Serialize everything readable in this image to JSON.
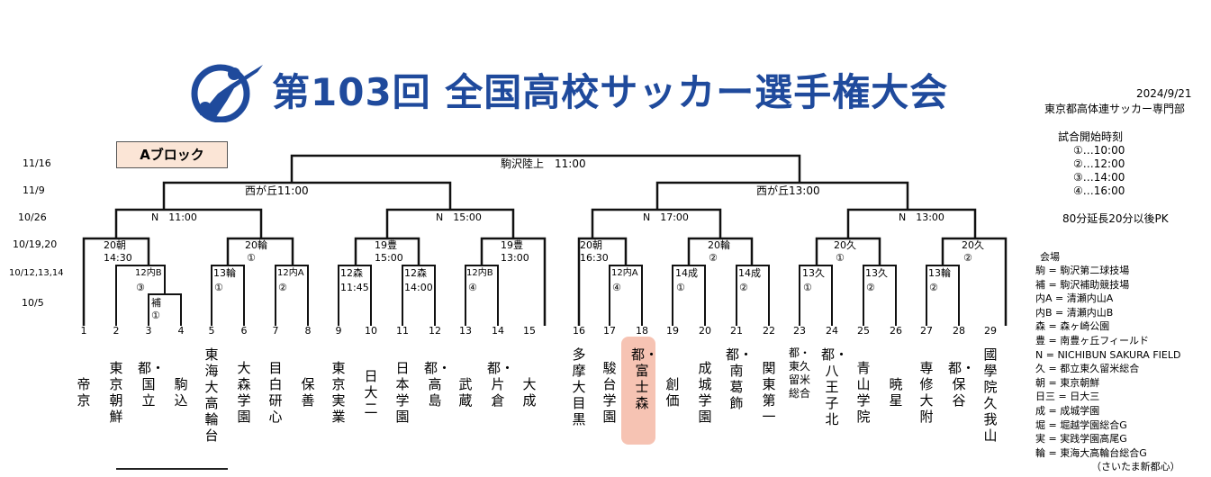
{
  "header": {
    "title": "第103回 全国高校サッカー選手権大会",
    "date": "2024/9/21",
    "org": "東京都高体連サッカー専門部",
    "block": "Aブロック"
  },
  "rounds": [
    {
      "label": "11/16"
    },
    {
      "label": "11/9"
    },
    {
      "label": "10/26"
    },
    {
      "label": "10/19,20"
    },
    {
      "label": "10/12,13,14"
    },
    {
      "label": "10/5"
    }
  ],
  "matches": {
    "final": "駒沢陸上　11:00",
    "semi_left": "西が丘11:00",
    "semi_right": "西が丘13:00",
    "qf1": "N　11:00",
    "qf2": "N　15:00",
    "qf3": "N　17:00",
    "qf4": "N　13:00",
    "r3_1a": "20朝",
    "r3_1b": "14:30",
    "r3_2a": "20輪",
    "r3_2b": "①",
    "r3_3a": "19豊",
    "r3_3b": "15:00",
    "r3_4a": "19豊",
    "r3_4b": "13:00",
    "r3_5a": "20朝",
    "r3_5b": "16:30",
    "r3_6a": "20輪",
    "r3_6b": "②",
    "r3_7a": "20久",
    "r3_7b": "①",
    "r3_8a": "20久",
    "r3_8b": "②",
    "r2_1a": "12内B",
    "r2_1b": "③",
    "r2_2a": "13輪",
    "r2_2b": "①",
    "r2_3a": "12内A",
    "r2_3b": "②",
    "r2_4a": "12森",
    "r2_4b": "11:45",
    "r2_5a": "12森",
    "r2_5b": "14:00",
    "r2_6a": "12内B",
    "r2_6b": "④",
    "r2_7a": "12内A",
    "r2_7b": "④",
    "r2_8a": "14成",
    "r2_8b": "①",
    "r2_9a": "14成",
    "r2_9b": "②",
    "r2_10a": "13久",
    "r2_10b": "①",
    "r2_11a": "13久",
    "r2_11b": "②",
    "r2_12a": "13輪",
    "r2_12b": "②",
    "r1_a": "補",
    "r1_b": "①"
  },
  "teams": [
    {
      "num": "1",
      "name": "帝京"
    },
    {
      "num": "2",
      "name": "東京朝鮮"
    },
    {
      "num": "3",
      "name": "都・国立"
    },
    {
      "num": "4",
      "name": "駒込"
    },
    {
      "num": "5",
      "name": "東海大高輪台"
    },
    {
      "num": "6",
      "name": "大森学園"
    },
    {
      "num": "7",
      "name": "目白研心"
    },
    {
      "num": "8",
      "name": "保善"
    },
    {
      "num": "9",
      "name": "東京実業"
    },
    {
      "num": "10",
      "name": "日大二"
    },
    {
      "num": "11",
      "name": "日本学園"
    },
    {
      "num": "12",
      "name": "都・高島"
    },
    {
      "num": "13",
      "name": "武蔵"
    },
    {
      "num": "14",
      "name": "都・片倉"
    },
    {
      "num": "15",
      "name": "大成"
    },
    {
      "num": "16",
      "name": "多摩大目黒"
    },
    {
      "num": "17",
      "name": "駿台学園"
    },
    {
      "num": "18",
      "name": "都・富士森"
    },
    {
      "num": "19",
      "name": "創価"
    },
    {
      "num": "20",
      "name": "成城学園"
    },
    {
      "num": "21",
      "name": "都・南葛飾"
    },
    {
      "num": "22",
      "name": "関東第一"
    },
    {
      "num": "23",
      "name": "都・東久留米総合"
    },
    {
      "num": "24",
      "name": "都・八王子北"
    },
    {
      "num": "25",
      "name": "青山学院"
    },
    {
      "num": "26",
      "name": "暁星"
    },
    {
      "num": "27",
      "name": "専修大附"
    },
    {
      "num": "28",
      "name": "都・保谷"
    },
    {
      "num": "29",
      "name": "國學院久我山"
    }
  ],
  "highlight_team": "18",
  "start_times": {
    "title": "試合開始時刻",
    "items": [
      "①…10:00",
      "②…12:00",
      "③…14:00",
      "④…16:00"
    ],
    "note": "80分延長20分以後PK"
  },
  "venues": {
    "title": "会場",
    "items": [
      "駒 = 駒沢第二球技場",
      "補 = 駒沢補助競技場",
      "内A = 清瀬内山A",
      "内B = 清瀬内山B",
      "森 = 森ヶ崎公園",
      "豊 = 南豊ヶ丘フィールド",
      "N = NICHIBUN SAKURA FIELD",
      "久 = 都立東久留米総合",
      "朝 = 東京朝鮮",
      "日三 = 日大三",
      "成 = 成城学園",
      "堀 = 堀越学園総合G",
      "実 = 実践学園高尾G",
      "輪 = 東海大高輪台総合G",
      "（さいたま新都心）"
    ]
  },
  "colors": {
    "title": "#1f4a9c",
    "block_bg": "#fbe5d6",
    "highlight": "#f6c3b3"
  }
}
